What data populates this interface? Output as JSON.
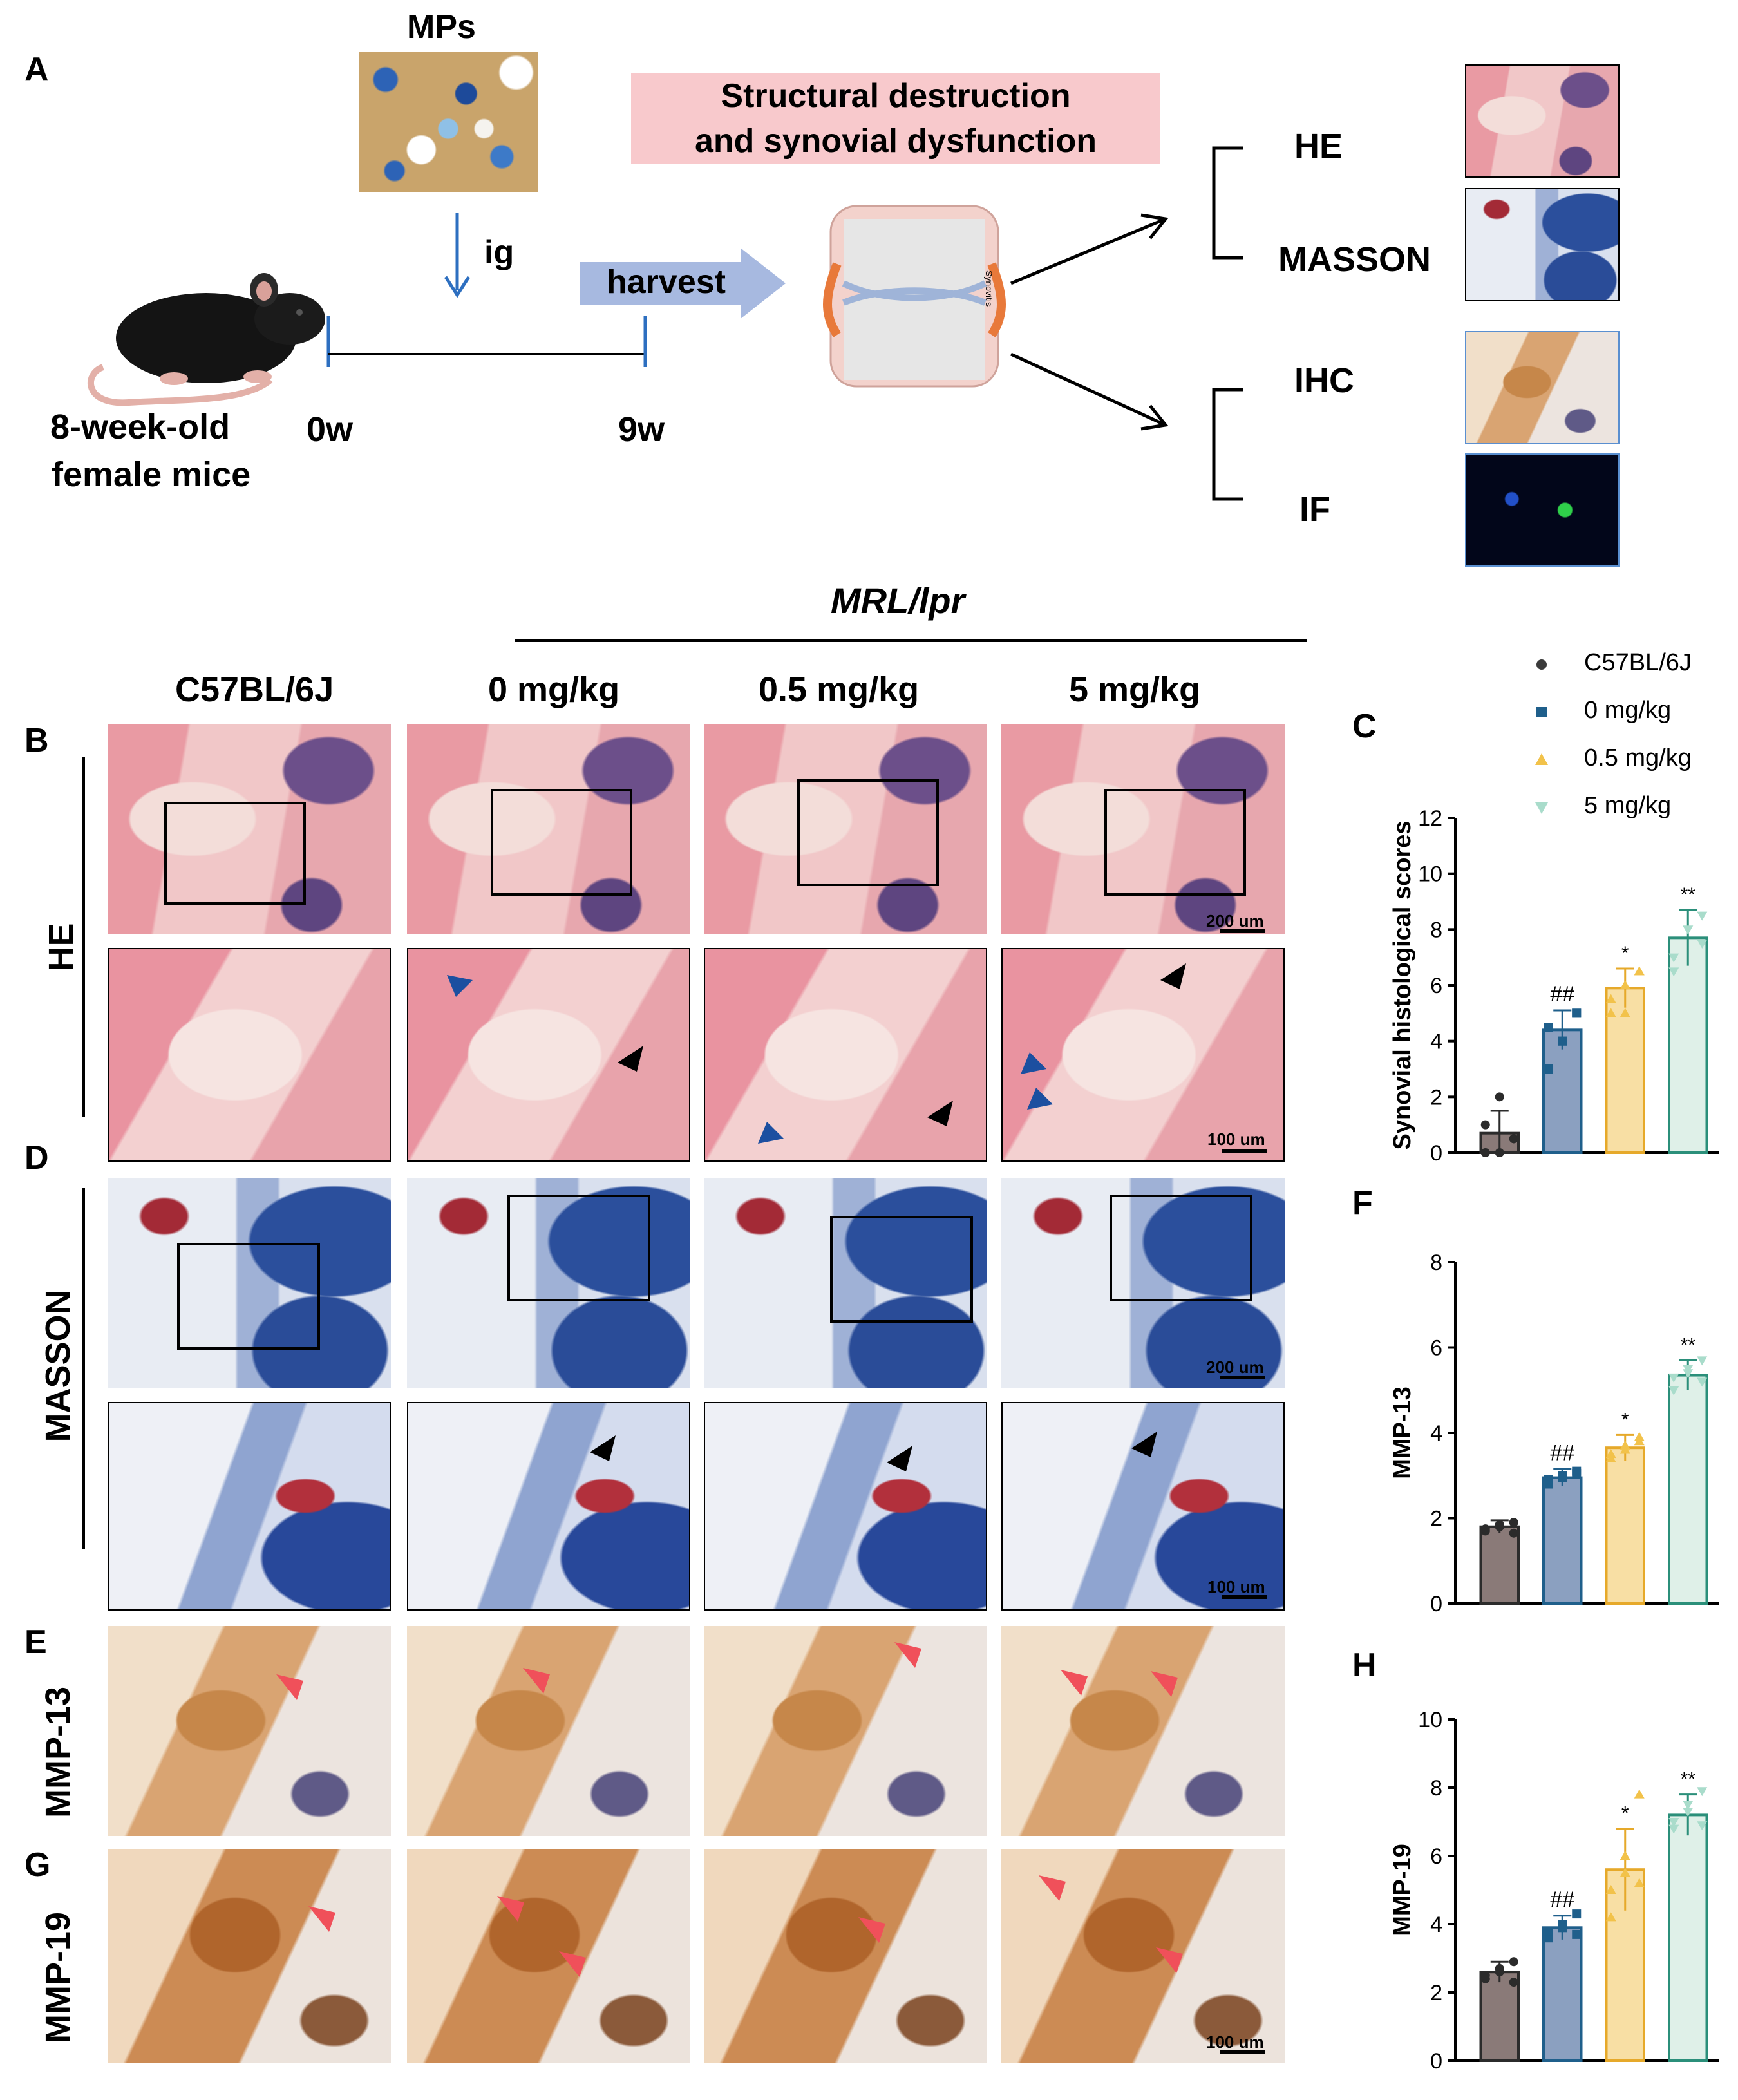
{
  "panel_a": {
    "label": "A",
    "mps_label": "MPs",
    "ig_label": "ig",
    "mice_label_line1": "8-week-old",
    "mice_label_line2": "female mice",
    "t0": "0w",
    "t9": "9w",
    "harvest_label": "harvest",
    "banner_line1": "Structural destruction",
    "banner_line2": "and synovial dysfunction",
    "joint_label": "Synovitis",
    "methods": [
      "HE",
      "MASSON",
      "IHC",
      "IF"
    ]
  },
  "figure": {
    "strain_header": "MRL/lpr",
    "columns": [
      "C57BL/6J",
      "0 mg/kg",
      "0.5 mg/kg",
      "5 mg/kg"
    ],
    "rows": [
      "HE",
      "MASSON",
      "MMP-13",
      "MMP-19"
    ],
    "panel_labels": {
      "B": "B",
      "C": "C",
      "D": "D",
      "E": "E",
      "F": "F",
      "G": "G",
      "H": "H"
    },
    "scale_200": "200 um",
    "scale_100": "100 um"
  },
  "legend": {
    "items": [
      {
        "label": "C57BL/6J",
        "color": "#3a3a3a",
        "marker": "circle"
      },
      {
        "label": "0 mg/kg",
        "color": "#1f5f8b",
        "marker": "square"
      },
      {
        "label": "0.5 mg/kg",
        "color": "#f2c24a",
        "marker": "triangle"
      },
      {
        "label": "5 mg/kg",
        "color": "#a9dccb",
        "marker": "triangle-down"
      }
    ]
  },
  "chart_data": [
    {
      "panel": "C",
      "type": "bar",
      "categories": [
        "C57BL/6J",
        "0 mg/kg",
        "0.5 mg/kg",
        "5 mg/kg"
      ],
      "values": [
        0.7,
        4.4,
        5.9,
        7.7
      ],
      "errors": [
        0.8,
        0.7,
        0.7,
        1.0
      ],
      "significance": [
        "",
        "##",
        "*",
        "**"
      ],
      "points": [
        [
          0,
          0,
          0.5,
          1,
          2,
          0.5
        ],
        [
          3,
          4,
          5,
          4.5,
          4,
          5
        ],
        [
          5,
          6,
          6.5,
          5.5,
          5,
          6.5
        ],
        [
          6.5,
          8,
          8.5,
          7,
          8,
          7.5
        ]
      ],
      "ylabel": "Synovial histological scores",
      "ylim": [
        0,
        12
      ],
      "yticks": [
        0,
        2,
        4,
        6,
        8,
        10,
        12
      ]
    },
    {
      "panel": "F",
      "type": "bar",
      "categories": [
        "C57BL/6J",
        "0 mg/kg",
        "0.5 mg/kg",
        "5 mg/kg"
      ],
      "values": [
        1.8,
        2.95,
        3.65,
        5.35
      ],
      "errors": [
        0.15,
        0.2,
        0.3,
        0.35
      ],
      "significance": [
        "",
        "##",
        "*",
        "**"
      ],
      "points": [
        [
          1.7,
          1.8,
          1.9,
          1.75,
          1.85,
          1.65
        ],
        [
          2.8,
          3.0,
          3.1,
          2.9,
          2.95,
          3.05
        ],
        [
          3.4,
          3.7,
          3.9,
          3.5,
          3.6,
          3.8
        ],
        [
          5.0,
          5.4,
          5.7,
          5.3,
          5.5,
          5.2
        ]
      ],
      "ylabel": "MMP-13",
      "ylim": [
        0,
        8
      ],
      "yticks": [
        0,
        2,
        4,
        6,
        8
      ]
    },
    {
      "panel": "H",
      "type": "bar",
      "categories": [
        "C57BL/6J",
        "0 mg/kg",
        "0.5 mg/kg",
        "5 mg/kg"
      ],
      "values": [
        2.6,
        3.9,
        5.6,
        7.2
      ],
      "errors": [
        0.3,
        0.35,
        1.2,
        0.6
      ],
      "significance": [
        "",
        "##",
        "*",
        "**"
      ],
      "points": [
        [
          2.4,
          2.7,
          2.9,
          2.5,
          2.6,
          2.3
        ],
        [
          3.6,
          4.0,
          4.3,
          3.8,
          3.9,
          3.7
        ],
        [
          4.2,
          5.5,
          7.8,
          5.0,
          6.0,
          5.2
        ],
        [
          6.8,
          7.5,
          7.9,
          7.0,
          7.3,
          6.9
        ]
      ],
      "ylabel": "MMP-19",
      "ylim": [
        0,
        10
      ],
      "yticks": [
        0,
        2,
        4,
        6,
        8,
        10
      ]
    }
  ]
}
